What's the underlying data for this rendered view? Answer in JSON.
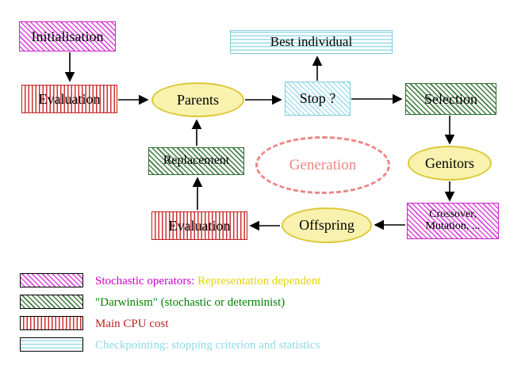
{
  "diagram": {
    "nodes": {
      "initialisation": {
        "label": "Initialisation"
      },
      "evaluation_top": {
        "label": "Evaluation"
      },
      "parents": {
        "label": "Parents"
      },
      "best_individual": {
        "label": "Best individual"
      },
      "stop": {
        "label": "Stop ?"
      },
      "selection": {
        "label": "Selection"
      },
      "replacement": {
        "label": "Replacement"
      },
      "generation": {
        "label": "Generation"
      },
      "genitors": {
        "label": "Genitors"
      },
      "crossover_mutation": {
        "line1": "Crossover,",
        "line2": "Mutation, ..."
      },
      "offspring": {
        "label": "Offspring"
      },
      "evaluation_bottom": {
        "label": "Evaluation"
      }
    },
    "edges": [
      {
        "from": "Initialisation",
        "to": "Evaluation"
      },
      {
        "from": "Evaluation",
        "to": "Parents"
      },
      {
        "from": "Parents",
        "to": "Stop ?"
      },
      {
        "from": "Stop ?",
        "to": "Best individual"
      },
      {
        "from": "Stop ?",
        "to": "Selection"
      },
      {
        "from": "Selection",
        "to": "Genitors"
      },
      {
        "from": "Genitors",
        "to": "Crossover, Mutation, ..."
      },
      {
        "from": "Crossover, Mutation, ...",
        "to": "Offspring"
      },
      {
        "from": "Offspring",
        "to": "Evaluation"
      },
      {
        "from": "Evaluation",
        "to": "Replacement"
      },
      {
        "from": "Replacement",
        "to": "Parents"
      }
    ],
    "colors": {
      "stochastic_magenta": "#cc00cc",
      "representation_yellow": "#e6d400",
      "darwinism_green": "#008000",
      "cpu_red": "#bb2222",
      "checkpoint_cyan": "#8fd9e6",
      "ellipse_fill": "#f8f2ae",
      "ellipse_border": "#ddc838",
      "generation_pink": "#ee8585"
    }
  },
  "legend": {
    "items": [
      {
        "pattern": "magenta-diagonal-hatch",
        "label": "Stochastic operators:",
        "label_extra": "Representation dependent"
      },
      {
        "pattern": "green-diagonal-hatch",
        "label": "\"Darwinism\" (stochastic or determinist)"
      },
      {
        "pattern": "red-vertical-hatch",
        "label": "Main CPU cost"
      },
      {
        "pattern": "cyan-horizontal-hatch",
        "label": "Checkpointing: stopping criterion and statistics"
      }
    ]
  }
}
